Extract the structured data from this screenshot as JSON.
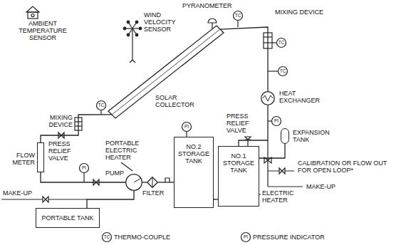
{
  "diagram": {
    "nodes": [
      {
        "text": [
          "SOLAR COLLECTOR"
        ]
      },
      {
        "text": [
          "HEAT EXCHANGER"
        ]
      },
      {
        "text": [
          "EXPANSION TANK"
        ]
      },
      {
        "text": [
          "NO.2 STORAGE TANK"
        ]
      },
      {
        "text": [
          "NO.1 STORAGE TANK"
        ]
      },
      {
        "text": [
          "FLOW METER"
        ]
      },
      {
        "text": [
          "PUMP"
        ]
      },
      {
        "text": [
          "FILTER"
        ]
      },
      {
        "text": [
          "PORTABLE TANK"
        ]
      }
    ],
    "edges": [
      {
        "from": 0,
        "to": 1,
        "arrow": "none"
      },
      {
        "from": 1,
        "to": 4,
        "arrow": "none"
      },
      {
        "from": 2,
        "to": 4,
        "arrow": "none"
      },
      {
        "from": 4,
        "to": 3,
        "arrow": "none"
      },
      {
        "from": 3,
        "to": 7,
        "arrow": "none"
      },
      {
        "from": 7,
        "to": 6,
        "arrow": "none"
      },
      {
        "from": 6,
        "to": 5,
        "arrow": "none"
      },
      {
        "from": 5,
        "to": 0,
        "arrow": "none"
      },
      {
        "from": 8,
        "to": 6,
        "arrow": "none"
      }
    ],
    "labels": [
      "AMBIENT TEMPERATURE SENSOR",
      "WIND VELOCITY SENSOR",
      "PYRANOMETER",
      "MIXING DEVICE",
      "TC",
      "MIXING DEVICE",
      "TC",
      "TC",
      "TC",
      "PRESS RELIEF VALVE",
      "PI",
      "PI",
      "PRESS RELIEF VALVE",
      "PORTABLE ELECTRIC HEATER",
      "PI",
      "CALIBRATION OR FLOW OUT FOR OPEN LOOP*",
      "MAKE-UP",
      "ELECTRIC HEATER",
      "MAKE-UP",
      "TC",
      "PI"
    ],
    "legend": [
      {
        "text": "THERMO-COUPLE"
      },
      {
        "text": "PRESSURE INDICATOR"
      }
    ]
  }
}
